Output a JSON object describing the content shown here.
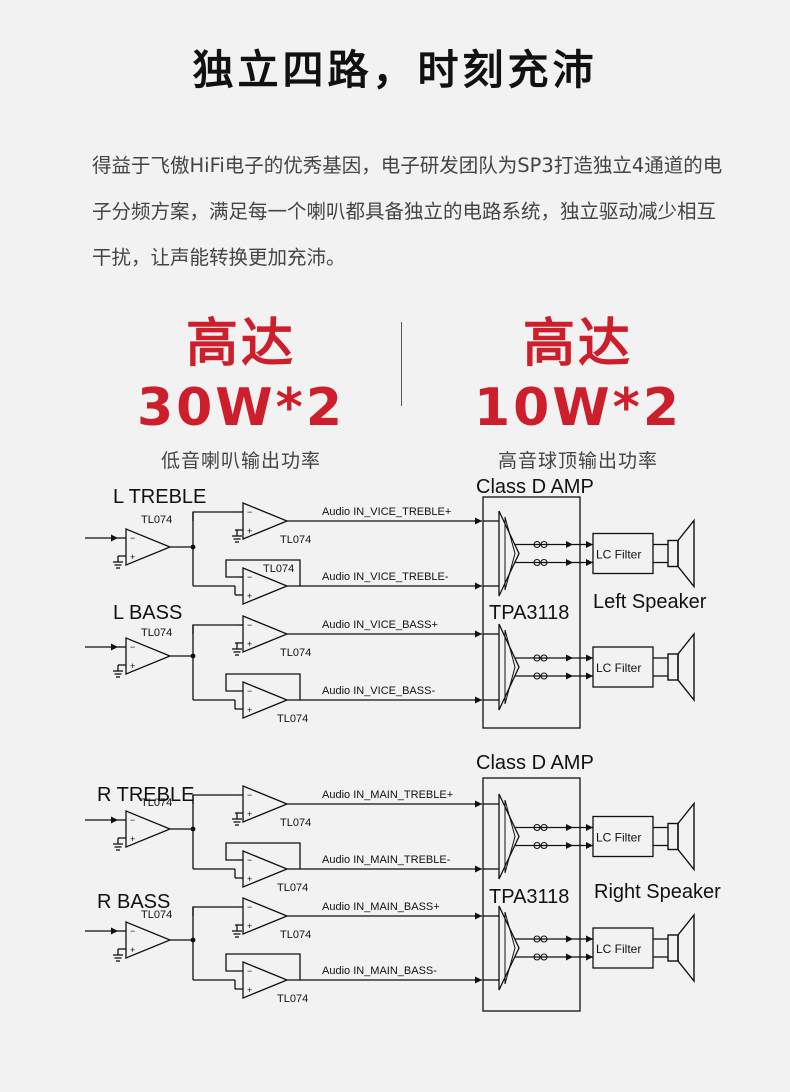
{
  "headline": "独立四路，时刻充沛",
  "intro": "得益于飞傲HiFi电子的优秀基因，电子研发团队为SP3打造独立4通道的电子分频方案，满足每一个喇叭都具备独立的电路系统，独立驱动减少相互干扰，让声能转换更加充沛。",
  "specs": [
    {
      "value": "高达30W*2",
      "caption": "低音喇叭输出功率"
    },
    {
      "value": "高达10W*2",
      "caption": "高音球顶输出功率"
    }
  ],
  "diagram": {
    "amp_label": "Class D AMP",
    "amp_chip": "TPA3118",
    "opamp": "TL074",
    "filter": "LC Filter",
    "groups": [
      {
        "speaker": "Left Speaker",
        "channels": [
          {
            "name": "L TREBLE",
            "plus": "Audio IN_VICE_TREBLE+",
            "minus": "Audio IN_VICE_TREBLE-"
          },
          {
            "name": "L BASS",
            "plus": "Audio IN_VICE_BASS+",
            "minus": "Audio IN_VICE_BASS-"
          }
        ]
      },
      {
        "speaker": "Right Speaker",
        "channels": [
          {
            "name": "R TREBLE",
            "plus": "Audio IN_MAIN_TREBLE+",
            "minus": "Audio IN_MAIN_TREBLE-"
          },
          {
            "name": "R BASS",
            "plus": "Audio IN_MAIN_BASS+",
            "minus": "Audio IN_MAIN_BASS-"
          }
        ]
      }
    ]
  }
}
